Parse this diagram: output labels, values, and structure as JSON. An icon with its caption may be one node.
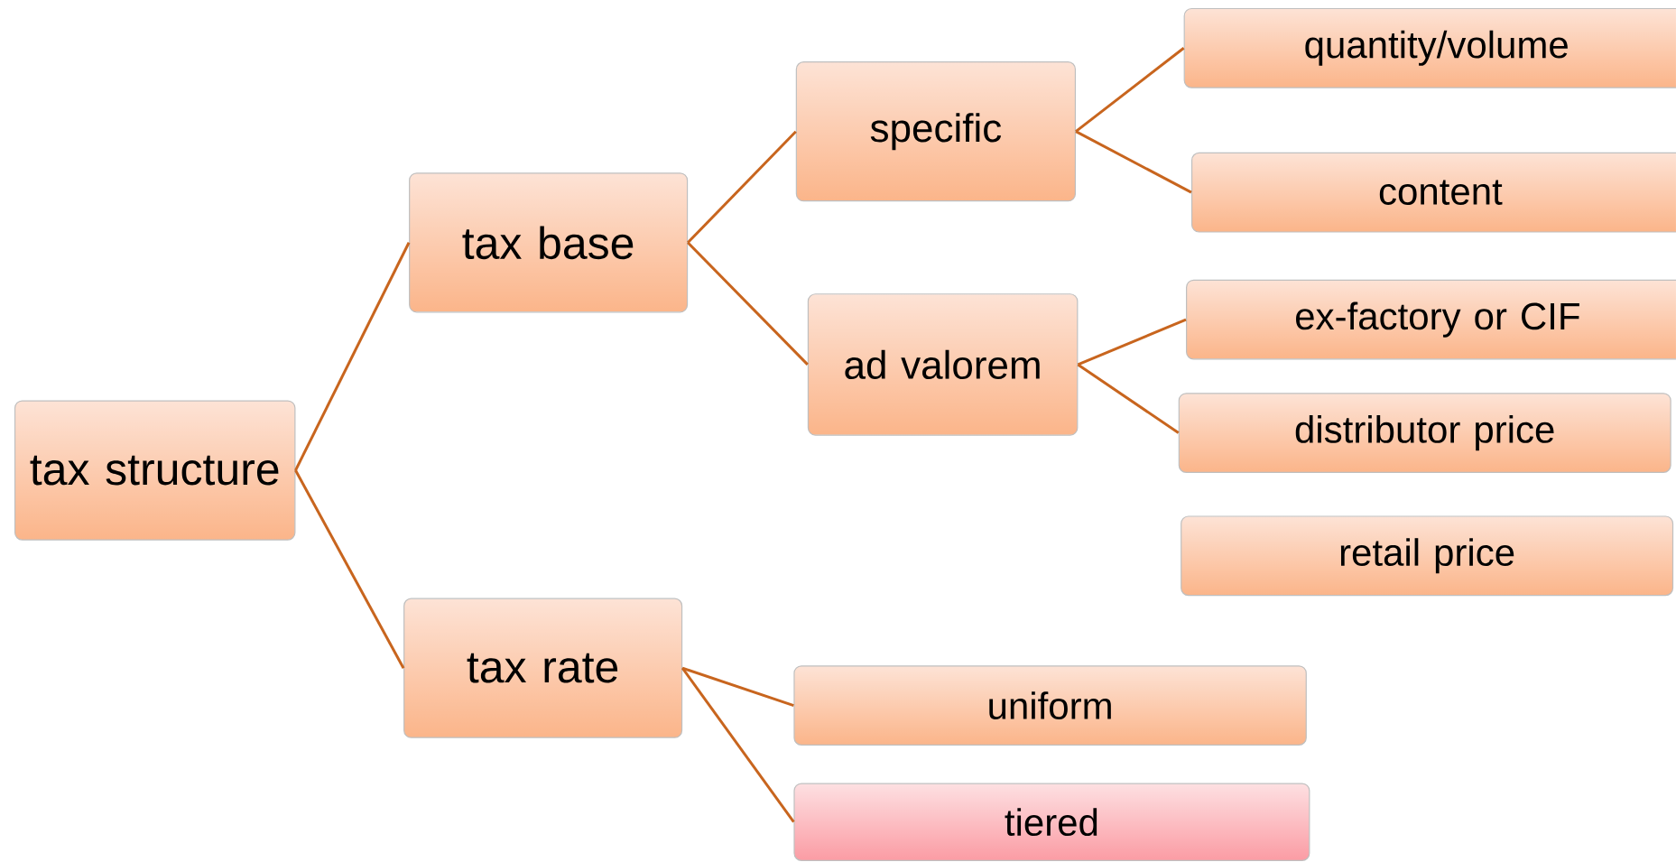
{
  "diagram": {
    "nodes": [
      {
        "text": [
          "tax structure"
        ]
      },
      {
        "text": [
          "tax base"
        ]
      },
      {
        "text": [
          "tax rate"
        ]
      },
      {
        "text": [
          "specific"
        ]
      },
      {
        "text": [
          "ad valorem"
        ]
      },
      {
        "text": [
          "quantity/volume"
        ]
      },
      {
        "text": [
          "content"
        ]
      },
      {
        "text": [
          "ex-factory or CIF"
        ]
      },
      {
        "text": [
          "distributor price"
        ]
      },
      {
        "text": [
          "retail price"
        ]
      },
      {
        "text": [
          "uniform"
        ]
      },
      {
        "text": [
          "tiered"
        ]
      }
    ],
    "edges": [
      {
        "from": 0,
        "to": 1,
        "arrow": "none"
      },
      {
        "from": 0,
        "to": 2,
        "arrow": "none"
      },
      {
        "from": 1,
        "to": 3,
        "arrow": "none"
      },
      {
        "from": 1,
        "to": 4,
        "arrow": "none"
      },
      {
        "from": 3,
        "to": 5,
        "arrow": "none"
      },
      {
        "from": 3,
        "to": 6,
        "arrow": "none"
      },
      {
        "from": 4,
        "to": 7,
        "arrow": "none"
      },
      {
        "from": 4,
        "to": 8,
        "arrow": "none"
      },
      {
        "from": 2,
        "to": 10,
        "arrow": "none"
      },
      {
        "from": 2,
        "to": 11,
        "arrow": "none"
      }
    ]
  }
}
